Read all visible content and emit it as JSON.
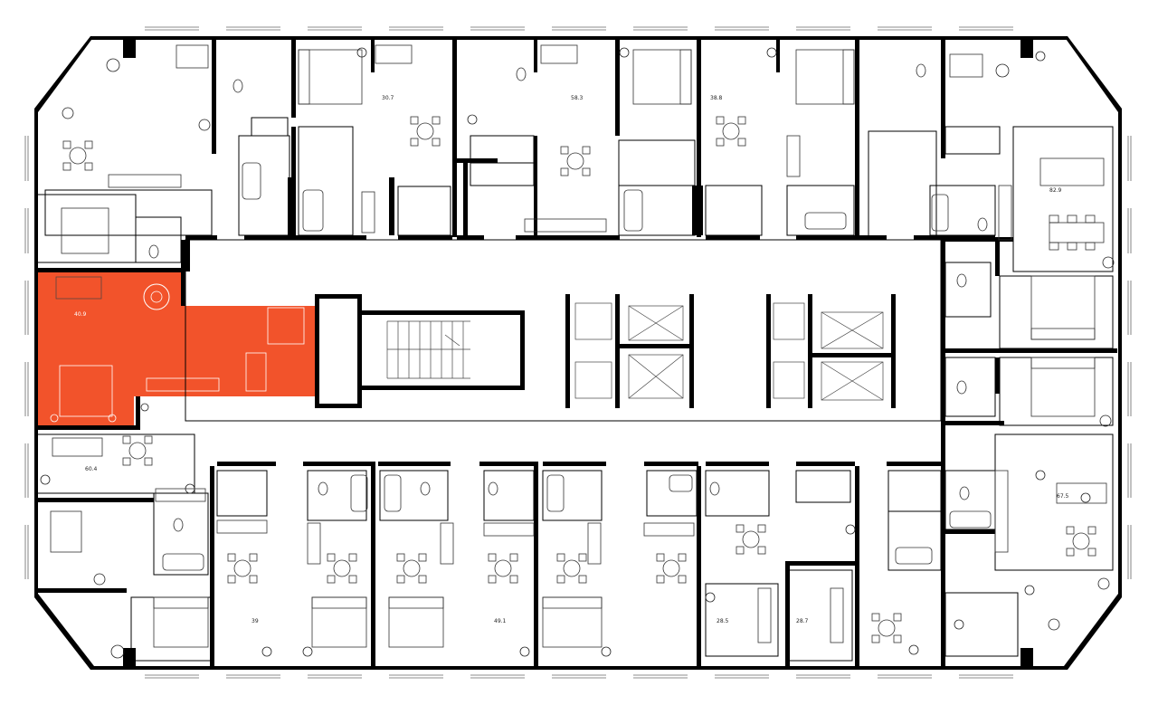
{
  "floorplan": {
    "highlight_color": "#f2532b",
    "apartments": [
      {
        "id": "a1",
        "area": "40.9",
        "highlighted": true
      },
      {
        "id": "a2",
        "area": "30.7"
      },
      {
        "id": "a3",
        "area": "58.3"
      },
      {
        "id": "a4",
        "area": "38.8"
      },
      {
        "id": "a5",
        "area": "82.9"
      },
      {
        "id": "a6",
        "area": "60.4"
      },
      {
        "id": "a7",
        "area": "39"
      },
      {
        "id": "a8",
        "area": "49.1"
      },
      {
        "id": "a9",
        "area": "28.5"
      },
      {
        "id": "a10",
        "area": "28.7"
      },
      {
        "id": "a11",
        "area": "67.5"
      }
    ]
  }
}
